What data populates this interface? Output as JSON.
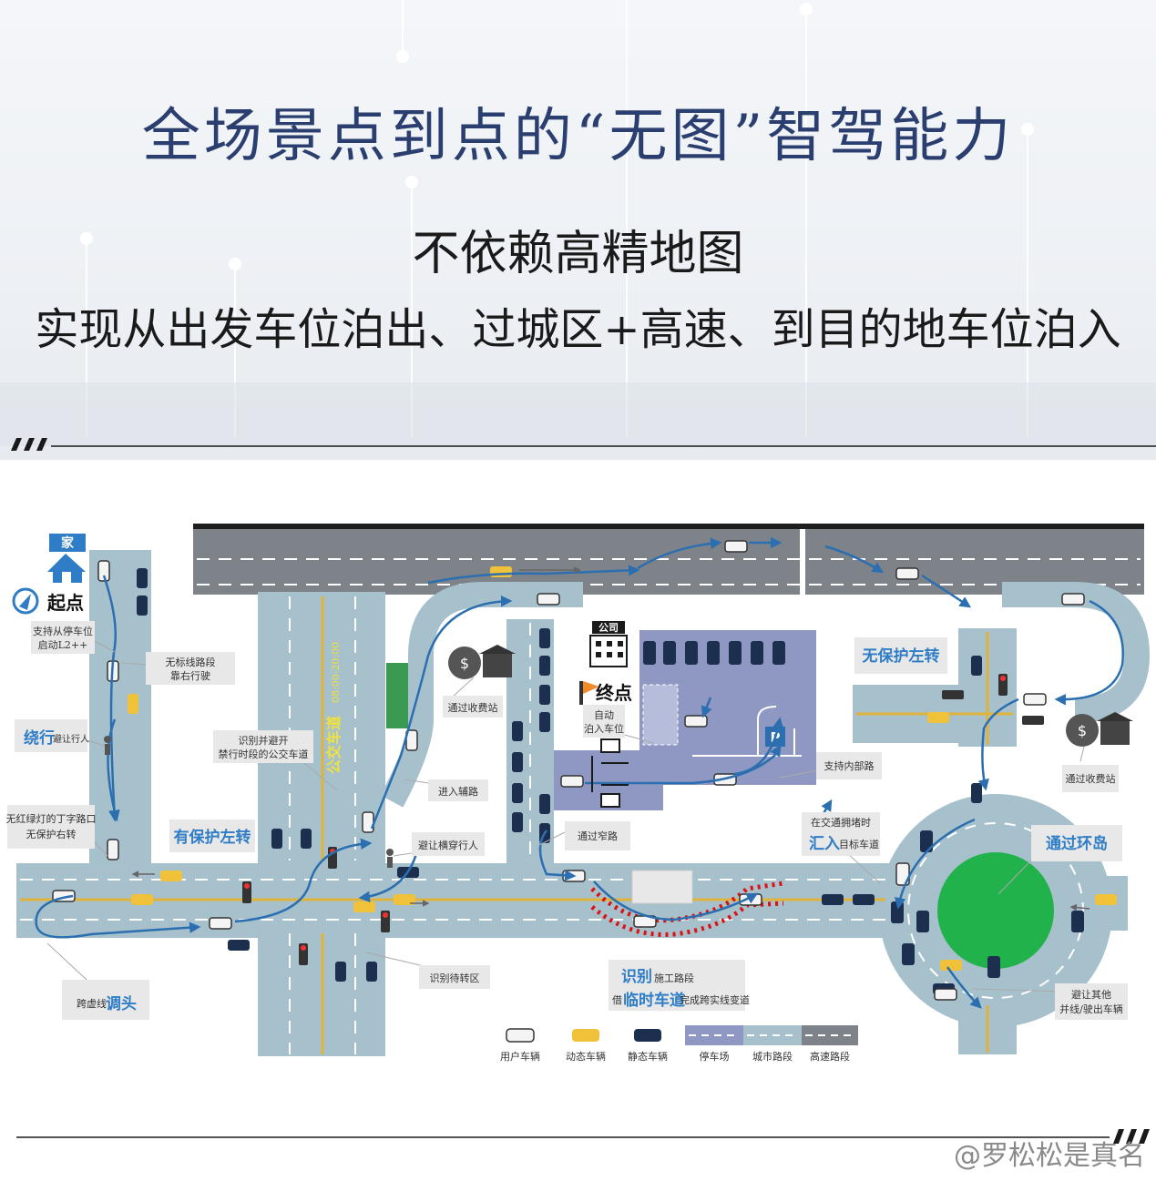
{
  "header": {
    "title": "全场景点到点的“无图”智驾能力",
    "subtitle_line1": "不依赖高精地图",
    "subtitle_line2": "实现从出发车位泊出、过城区+高速、到目的地车位泊入"
  },
  "diagram": {
    "home_label": "家",
    "start_label": "起点",
    "start_note_1": "支持从停车位",
    "start_note_2": "启动L2++",
    "no_line_note_1": "无标线路段",
    "no_line_note_2": "靠右行驶",
    "detour_main": "绕行",
    "detour_sub": "避让行人",
    "t_junction_note_1": "无红绿灯的丁字路口",
    "t_junction_note_2": "无保护右转",
    "protected_left": "有保护左转",
    "bus_lane_note_1": "识别并避开",
    "bus_lane_note_2": "禁行时段的公交车道",
    "bus_lane_road": "公交车道",
    "bus_lane_time": "08:00-20:00",
    "toll_left_note": "通过收费站",
    "enter_aux_road": "进入辅路",
    "avoid_pedestrian": "避让横穿行人",
    "narrow_road": "通过窄路",
    "company_label": "公司",
    "end_label": "终点",
    "auto_park_1": "自动",
    "auto_park_2": "泊入车位",
    "parking_sign": "P",
    "internal_road": "支持内部路",
    "unprotected_left": "无保护左转",
    "toll_right_note": "通过收费站",
    "merge_note_1": "在交通拥堵时",
    "merge_main": "汇入",
    "merge_sub": "目标车道",
    "roundabout": "通过环岛",
    "u_turn_prefix": "跨虚线",
    "u_turn_main": "调头",
    "waiting_zone": "识别待转区",
    "construction_main": "识别",
    "construction_sub1": "施工路段",
    "construction_prefix": "借",
    "temp_lane": "临时车道",
    "construction_sub2": "完成跨实线变道",
    "avoid_other_1": "避让其他",
    "avoid_other_2": "并线/驶出车辆",
    "legend": [
      {
        "label": "用户车辆"
      },
      {
        "label": "动态车辆"
      },
      {
        "label": "静态车辆"
      },
      {
        "label": "停车场"
      },
      {
        "label": "城市路段"
      },
      {
        "label": "高速路段"
      }
    ]
  },
  "watermark": "@罗松松是真名",
  "colors": {
    "title_blue": "#2b3e70",
    "city_road": "#a6c0cc",
    "highway": "#7d8388",
    "parking": "#8e98c2",
    "route": "#2c6fb0",
    "label_blue": "#2e7dc6",
    "roundabout_green": "#22b24c"
  }
}
